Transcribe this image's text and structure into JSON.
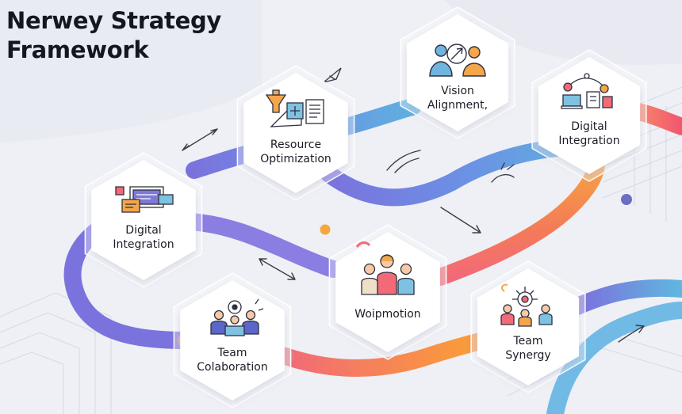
{
  "title": {
    "line1": "Nerwey Strategy",
    "line2": "Framework"
  },
  "colors": {
    "background": "#eef0f5",
    "path_purple": "#7b73dd",
    "path_blue": "#5fa6e0",
    "path_orange": "#fa9a3a",
    "path_pink": "#f26a78",
    "hex_fill": "#ffffff",
    "text": "#1b1d26"
  },
  "nodes": [
    {
      "id": "vision-alignment",
      "label_lines": [
        "Vision",
        "Alignment,"
      ],
      "icon": "two-people-compass-icon"
    },
    {
      "id": "resource-optimization",
      "label_lines": [
        "Resource",
        "Optimization"
      ],
      "icon": "funnel-machine-icon"
    },
    {
      "id": "digital-integration-right",
      "label_lines": [
        "Digital",
        "Integration"
      ],
      "icon": "network-devices-icon"
    },
    {
      "id": "digital-integration-left",
      "label_lines": [
        "Digital",
        "Integration"
      ],
      "icon": "laptop-cards-icon"
    },
    {
      "id": "woipmotion",
      "label_lines": [
        "Woipmotion"
      ],
      "icon": "group-of-three-icon"
    },
    {
      "id": "team-colaboration",
      "label_lines": [
        "Team",
        "Colaboration"
      ],
      "icon": "team-meeting-icon"
    },
    {
      "id": "team-synergy",
      "label_lines": [
        "Team",
        "Synergy"
      ],
      "icon": "team-hub-icon"
    }
  ]
}
